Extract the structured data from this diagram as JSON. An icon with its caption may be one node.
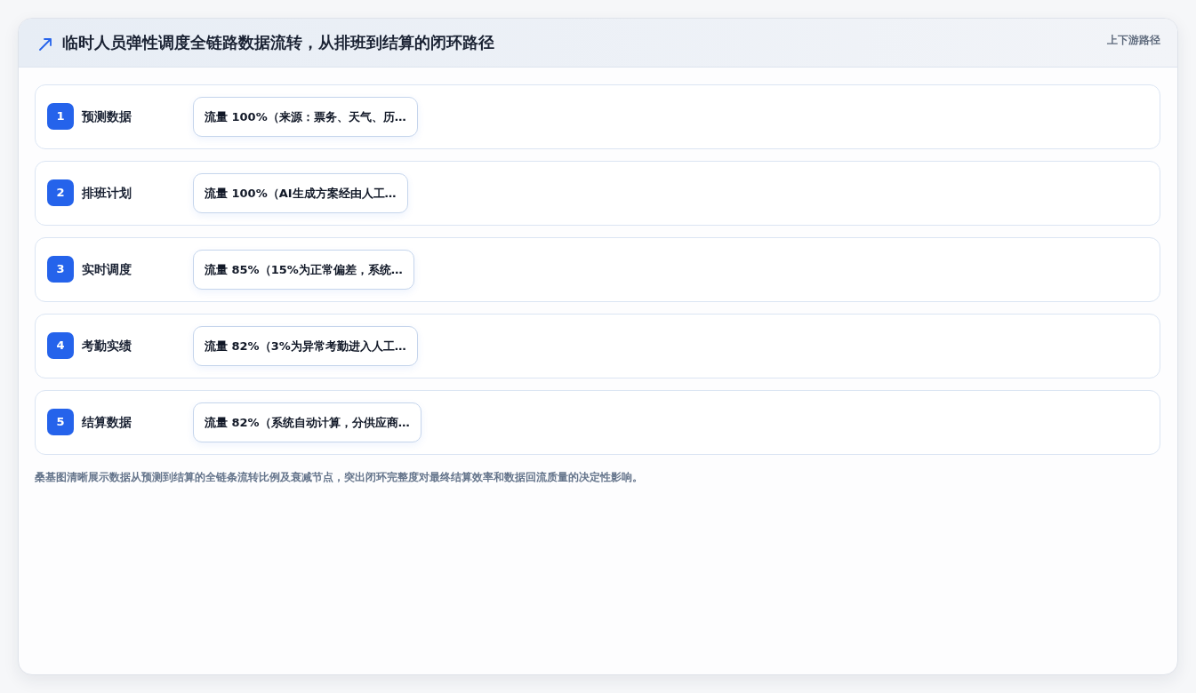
{
  "diagram": {
    "title": "临时人员弹性调度全链路数据流转，从排班到结算的闭环路径",
    "caption": "桑基图清晰展示数据从预测到结算的全链条流转比例及衰减节点，突出闭环完整度对最终结算效率和数据回流质量的决定性影响。",
    "nodes": [
      {
        "text": [
          "预测数据"
        ]
      },
      {
        "text": [
          "1"
        ],
        "in": 0
      },
      {
        "text": [
          "流量 100%（来源：票务、天气、历…"
        ],
        "in": 0
      },
      {
        "text": [
          "排班计划"
        ]
      },
      {
        "text": [
          "2"
        ],
        "in": 3
      },
      {
        "text": [
          "流量 100%（AI生成方案经由人工…"
        ],
        "in": 3
      },
      {
        "text": [
          "实时调度"
        ]
      },
      {
        "text": [
          "3"
        ],
        "in": 6
      },
      {
        "text": [
          "流量 85%（15%为正常偏差，系统…"
        ],
        "in": 6
      },
      {
        "text": [
          "考勤实绩"
        ]
      },
      {
        "text": [
          "4"
        ],
        "in": 9
      },
      {
        "text": [
          "流量 82%（3%为异常考勤进入人工…"
        ],
        "in": 9
      },
      {
        "text": [
          "结算数据"
        ]
      },
      {
        "text": [
          "5"
        ],
        "in": 12
      },
      {
        "text": [
          "流量 82%（系统自动计算，分供应商…"
        ],
        "in": 12
      }
    ],
    "labels": [
      "上下游路径"
    ]
  }
}
